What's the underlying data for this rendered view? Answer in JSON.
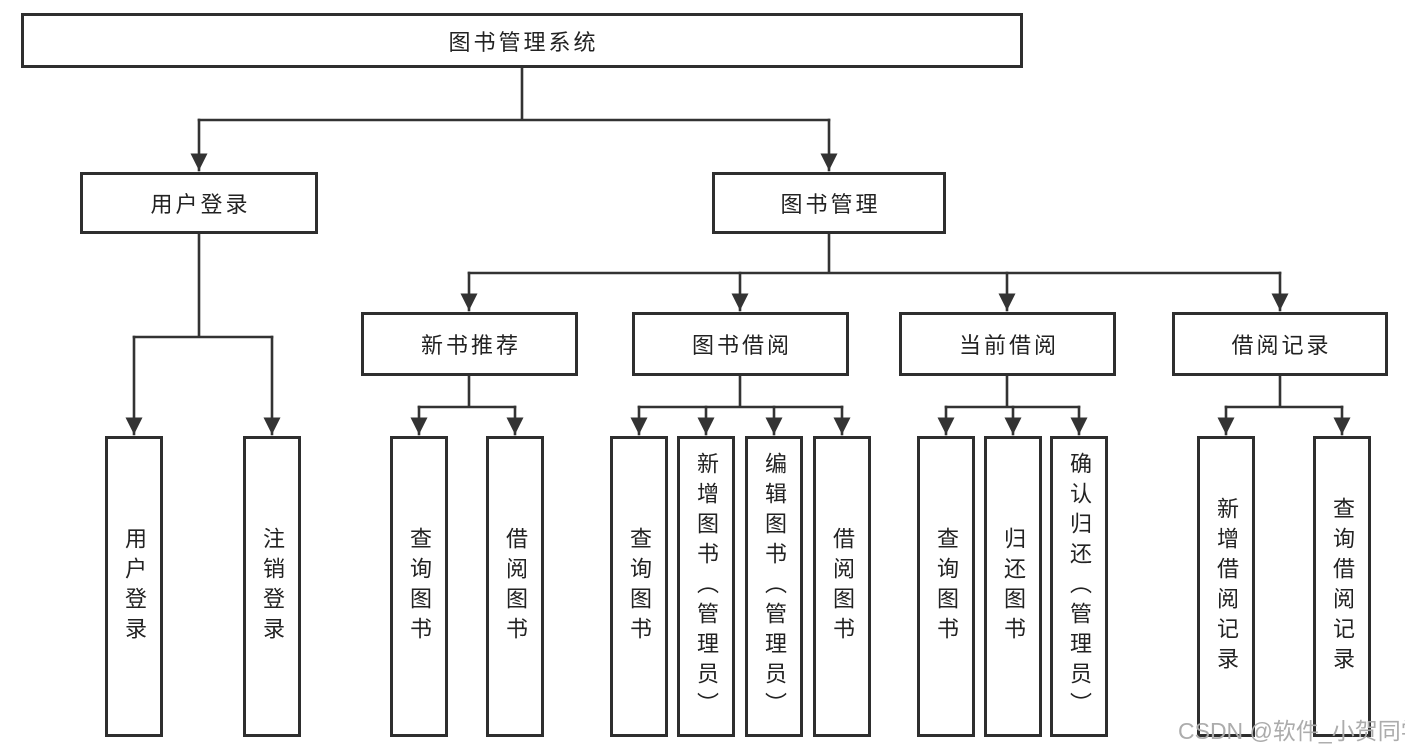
{
  "diagram": {
    "title": "图书管理系统",
    "nodes": {
      "root": {
        "label": "图书管理系统"
      },
      "user_login": {
        "label": "用户登录"
      },
      "book_mgmt": {
        "label": "图书管理"
      },
      "new_recommend": {
        "label": "新书推荐"
      },
      "book_borrow": {
        "label": "图书借阅"
      },
      "current_borrow": {
        "label": "当前借阅"
      },
      "borrow_records": {
        "label": "借阅记录"
      }
    },
    "leaves": {
      "login_user_login": {
        "label": "用户登录"
      },
      "login_logout": {
        "label": "注销登录"
      },
      "recommend_query_books": {
        "label": "查询图书"
      },
      "recommend_borrow_books": {
        "label": "借阅图书"
      },
      "borrow_query_books": {
        "label": "查询图书"
      },
      "borrow_add_books_admin": {
        "label": "新增图书（管理员）"
      },
      "borrow_edit_books_admin": {
        "label": "编辑图书（管理员）"
      },
      "borrow_borrow_books": {
        "label": "借阅图书"
      },
      "current_query_books": {
        "label": "查询图书"
      },
      "current_return_books": {
        "label": "归还图书"
      },
      "current_confirm_return_admin": {
        "label": "确认归还（管理员）"
      },
      "records_add_record": {
        "label": "新增借阅记录"
      },
      "records_query_record": {
        "label": "查询借阅记录"
      }
    },
    "watermark": {
      "text": "CSDN @软件_小贺同学"
    },
    "colors": {
      "line": "#333333",
      "box_border": "#2e2e2e",
      "text": "#222222",
      "watermark": "#acacac",
      "background": "#ffffff"
    }
  }
}
